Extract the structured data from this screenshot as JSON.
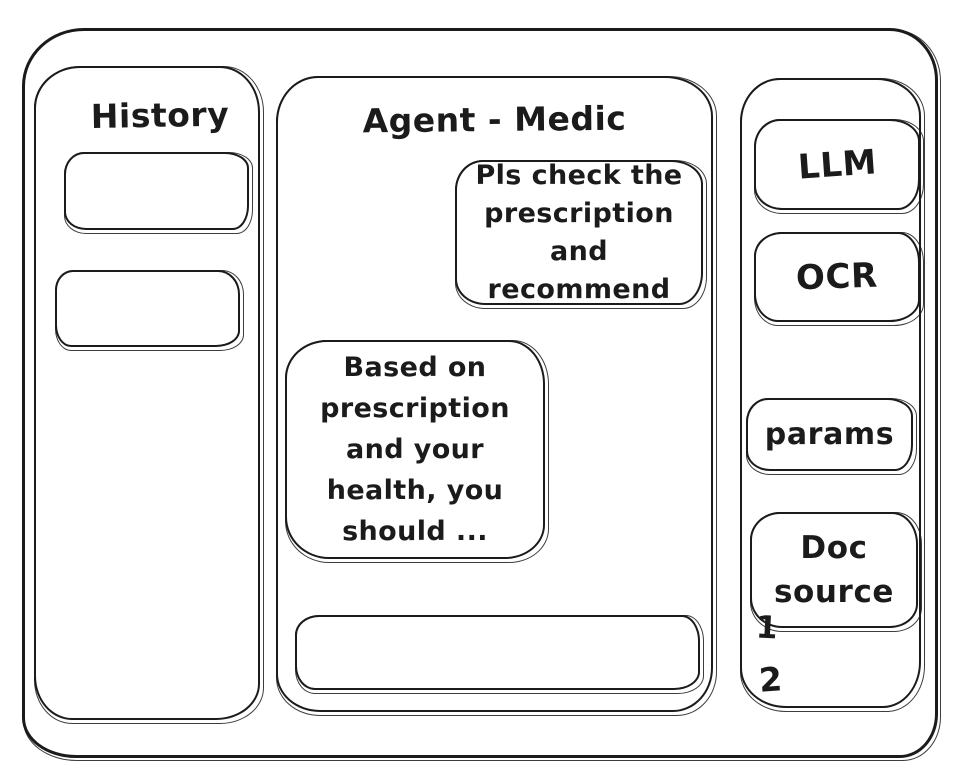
{
  "history_panel": {
    "title": "History",
    "items": [
      {
        "label": ""
      },
      {
        "label": ""
      }
    ]
  },
  "chat_panel": {
    "title": "Agent - Medic",
    "messages": [
      {
        "role": "user",
        "text": "Pls check the\nprescription\nand recommend"
      },
      {
        "role": "assistant",
        "text": "Based on\nprescription\nand your\nhealth, you\nshould ..."
      }
    ],
    "input_value": ""
  },
  "tools_panel": {
    "llm_label": "LLM",
    "ocr_label": "OCR",
    "params_label": "params",
    "doc_source_label": "Doc source",
    "doc_source_items": [
      "1",
      "2"
    ]
  },
  "colors": {
    "ink": "#1b1b1b",
    "background": "#ffffff"
  }
}
